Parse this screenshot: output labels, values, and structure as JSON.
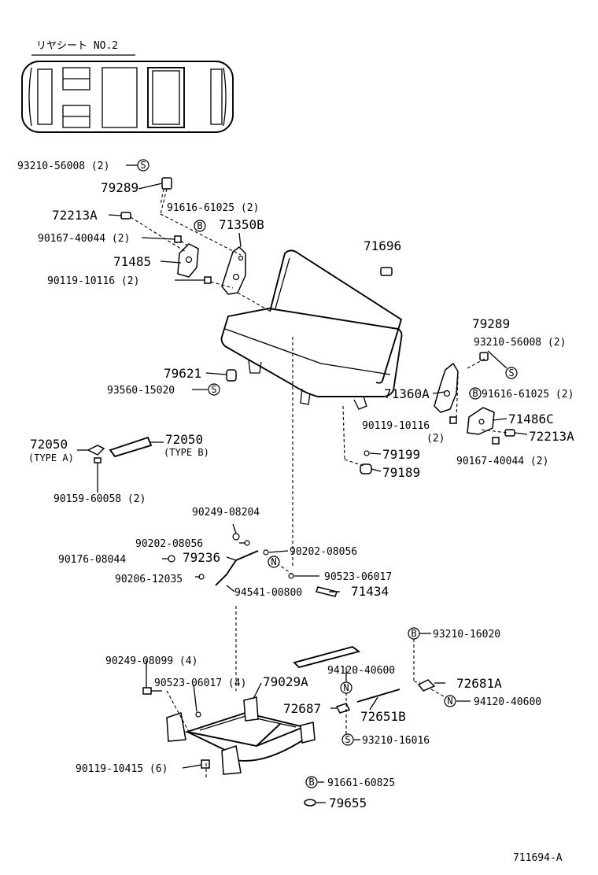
{
  "header": {
    "title": "リヤシート NO.2"
  },
  "diagram_code": "711694-A",
  "parts": {
    "p93210_56008_left": "93210-56008 (2)",
    "p79289_left": "79289",
    "p91616_61025_left": "91616-61025 (2)",
    "p72213A_left": "72213A",
    "p71350B": "71350B",
    "p90167_40044_left": "90167-40044 (2)",
    "p71485": "71485",
    "p90119_10116_left": "90119-10116 (2)",
    "p71696": "71696",
    "p79289_right": "79289",
    "p93210_56008_right": "93210-56008 (2)",
    "p79621": "79621",
    "p93560_15020": "93560-15020",
    "p71360A": "71360A",
    "p91616_61025_right": "91616-61025 (2)",
    "p71486C": "71486C",
    "p90119_10116_right": "90119-10116",
    "p90119_10116_right_qty": "(2)",
    "p72213A_right": "72213A",
    "p79199": "79199",
    "p90167_40044_right": "90167-40044 (2)",
    "p79189": "79189",
    "p72050_a": "72050",
    "p72050_a_type": "(TYPE A)",
    "p72050_b": "72050",
    "p72050_b_type": "(TYPE B)",
    "p90159_60058": "90159-60058 (2)",
    "p90249_08204": "90249-08204",
    "p90202_08056_left": "90202-08056",
    "p90202_08056_right": "90202-08056",
    "p90176_08044": "90176-08044",
    "p79236": "79236",
    "p90523_06017": "90523-06017",
    "p90206_12035": "90206-12035",
    "p94541_00800": "94541-00800",
    "p71434": "71434",
    "p93210_16020": "93210-16020",
    "p94120_40600_top": "94120-40600",
    "p72681A": "72681A",
    "p90249_08099": "90249-08099 (4)",
    "p94120_40600_right": "94120-40600",
    "p90523_06017_4": "90523-06017 (4)",
    "p79029A": "79029A",
    "p72687": "72687",
    "p72651B": "72651B",
    "p93210_16016": "93210-16016",
    "p90119_10415": "90119-10415 (6)",
    "p91661_60825": "91661-60825",
    "p79655": "79655"
  },
  "markers": {
    "s": "S",
    "b": "B",
    "n": "N"
  }
}
